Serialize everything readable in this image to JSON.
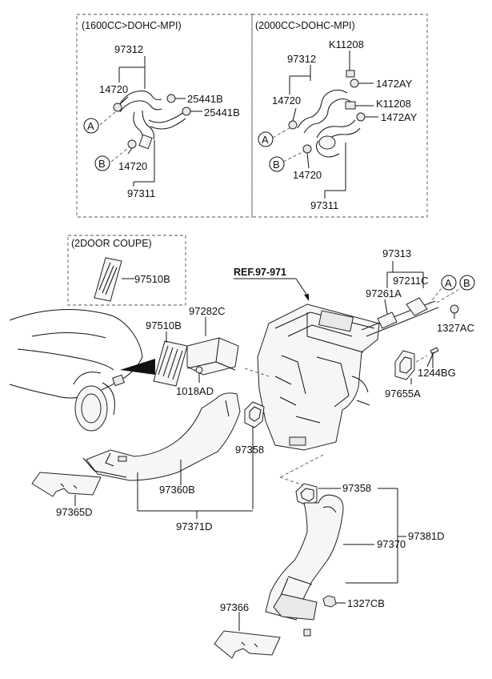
{
  "sections": {
    "top_left_header": "(1600CC>DOHC-MPI)",
    "top_right_header": "(2000CC>DOHC-MPI)",
    "coupe_header": "(2DOOR COUPE)"
  },
  "ref_label": "REF.97-971",
  "circles": {
    "a": "A",
    "b": "B"
  },
  "labels": {
    "tl_97312": "97312",
    "tl_14720_top": "14720",
    "tl_25441b_1": "25441B",
    "tl_25441b_2": "25441B",
    "tl_14720_bot": "14720",
    "tl_97311": "97311",
    "tr_97312": "97312",
    "tr_k11208_1": "K11208",
    "tr_1472ay_1": "1472AY",
    "tr_14720_top": "14720",
    "tr_k11208_2": "K11208",
    "tr_1472ay_2": "1472AY",
    "tr_14720_bot": "14720",
    "tr_97311": "97311",
    "coupe_97510b": "97510B",
    "m_97510b": "97510B",
    "m_97282c": "97282C",
    "m_1018ad": "1018AD",
    "m_97313": "97313",
    "m_97261a": "97261A",
    "m_97211c": "97211C",
    "m_1327ac": "1327AC",
    "m_1244bg": "1244BG",
    "m_97655a": "97655A",
    "m_97358_left": "97358",
    "m_97360b": "97360B",
    "m_97365d": "97365D",
    "m_97371d": "97371D",
    "m_97358_right": "97358",
    "m_97370": "97370",
    "m_97381d": "97381D",
    "m_1327cb": "1327CB",
    "m_97366": "97366"
  }
}
